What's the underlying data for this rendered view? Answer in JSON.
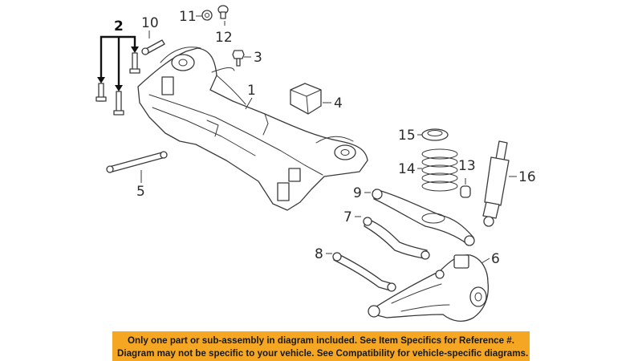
{
  "callouts": {
    "c1": "1",
    "c2": "2",
    "c3": "3",
    "c4": "4",
    "c5": "5",
    "c6": "6",
    "c7": "7",
    "c8": "8",
    "c9": "9",
    "c10": "10",
    "c11": "11",
    "c12": "12",
    "c13": "13",
    "c14": "14",
    "c15": "15",
    "c16": "16"
  },
  "disclaimer": {
    "line1": "Only one part or sub-assembly in diagram included. See Item Specifics for Reference #.",
    "line2": "Diagram may not be specific to your vehicle. See Compatibility for vehicle-specific diagrams."
  },
  "colors": {
    "disclaimer_background": "#f5a623",
    "line_art": "#3a3a3a"
  }
}
